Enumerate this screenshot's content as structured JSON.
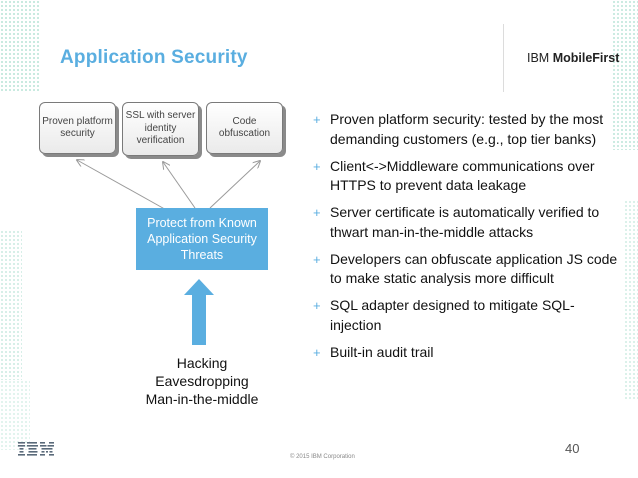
{
  "slide": {
    "title": "Application Security",
    "brand": {
      "company": "IBM",
      "product": "MobileFirst"
    },
    "feature_boxes": [
      {
        "label": "Proven platform security"
      },
      {
        "label": "SSL with server identity verification"
      },
      {
        "label": "Code obfuscation"
      }
    ],
    "protect_box": {
      "label": "Protect from Known Application Security Threats"
    },
    "threats": [
      "Hacking",
      "Eavesdropping",
      "Man-in-the-middle"
    ],
    "bullets": [
      "Proven platform security: tested by the most demanding customers (e.g., top tier banks)",
      "Client<->Middleware communications over HTTPS to prevent data leakage",
      "Server certificate is automatically verified to thwart man-in-the-middle attacks",
      "Developers can obfuscate application JS code to make static analysis more difficult",
      "SQL adapter designed to mitigate SQL-injection",
      "Built-in audit trail"
    ],
    "bullet_marker": "+",
    "footer": {
      "logo": "IBM",
      "copyright": "© 2015 IBM Corporation",
      "page_number": "40"
    }
  },
  "colors": {
    "accent": "#5aaee0",
    "text": "#111111",
    "dots": "#5abea0"
  },
  "icons": {
    "up_arrow": "up-arrow-icon",
    "ibm_logo": "ibm-logo-icon"
  }
}
